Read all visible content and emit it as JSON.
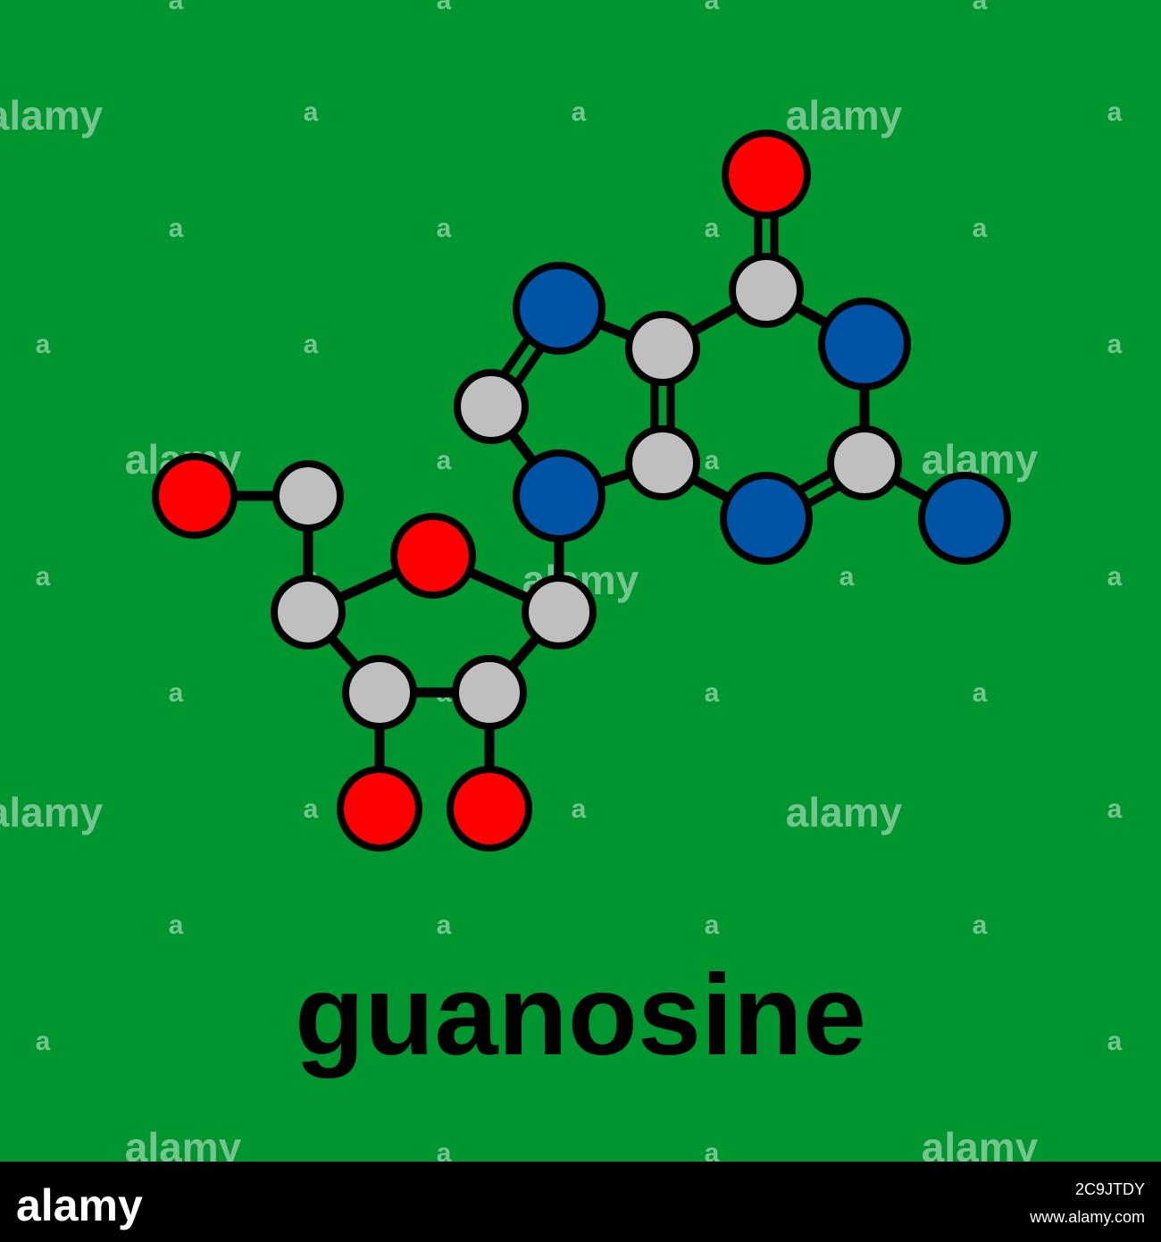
{
  "title": "guanosine",
  "colors": {
    "background": "#00962f",
    "carbon": "#bfbfbf",
    "nitrogen": "#0054a5",
    "oxygen": "#ff0000",
    "bond": "#000000",
    "outline": "#000000",
    "footer": "#000000"
  },
  "atoms": [
    {
      "id": "O_carbonyl",
      "element": "O"
    },
    {
      "id": "C6",
      "element": "C"
    },
    {
      "id": "N1",
      "element": "N"
    },
    {
      "id": "C5",
      "element": "C"
    },
    {
      "id": "N7",
      "element": "N"
    },
    {
      "id": "C8",
      "element": "C"
    },
    {
      "id": "N9",
      "element": "N"
    },
    {
      "id": "C4",
      "element": "C"
    },
    {
      "id": "N3",
      "element": "N"
    },
    {
      "id": "C2",
      "element": "C"
    },
    {
      "id": "N_amino",
      "element": "N"
    },
    {
      "id": "O5_hydroxyl",
      "element": "O"
    },
    {
      "id": "C5prime",
      "element": "C"
    },
    {
      "id": "O4_ring",
      "element": "O"
    },
    {
      "id": "C4prime",
      "element": "C"
    },
    {
      "id": "C1prime",
      "element": "C"
    },
    {
      "id": "C3prime",
      "element": "C"
    },
    {
      "id": "C2prime",
      "element": "C"
    },
    {
      "id": "O3_hydroxyl",
      "element": "O"
    },
    {
      "id": "O2_hydroxyl",
      "element": "O"
    }
  ],
  "bonds": [
    {
      "a": "O_carbonyl",
      "b": "C6",
      "order": 2
    },
    {
      "a": "C6",
      "b": "N1",
      "order": 1
    },
    {
      "a": "C6",
      "b": "C5",
      "order": 1
    },
    {
      "a": "N1",
      "b": "C2",
      "order": 1
    },
    {
      "a": "C2",
      "b": "N3",
      "order": 2
    },
    {
      "a": "C2",
      "b": "N_amino",
      "order": 1
    },
    {
      "a": "N3",
      "b": "C4",
      "order": 1
    },
    {
      "a": "C4",
      "b": "C5",
      "order": 2
    },
    {
      "a": "C5",
      "b": "N7",
      "order": 1
    },
    {
      "a": "N7",
      "b": "C8",
      "order": 2
    },
    {
      "a": "C8",
      "b": "N9",
      "order": 1
    },
    {
      "a": "N9",
      "b": "C4",
      "order": 1
    },
    {
      "a": "N9",
      "b": "C1prime",
      "order": 1
    },
    {
      "a": "C1prime",
      "b": "O4_ring",
      "order": 1
    },
    {
      "a": "O4_ring",
      "b": "C4prime",
      "order": 1
    },
    {
      "a": "C4prime",
      "b": "C5prime",
      "order": 1
    },
    {
      "a": "C5prime",
      "b": "O5_hydroxyl",
      "order": 1
    },
    {
      "a": "C4prime",
      "b": "C3prime",
      "order": 1
    },
    {
      "a": "C3prime",
      "b": "C2prime",
      "order": 1
    },
    {
      "a": "C2prime",
      "b": "C1prime",
      "order": 1
    },
    {
      "a": "C3prime",
      "b": "O3_hydroxyl",
      "order": 1
    },
    {
      "a": "C2prime",
      "b": "O2_hydroxyl",
      "order": 1
    }
  ],
  "watermark": {
    "text": "alamy",
    "short": "a"
  },
  "footer": {
    "logo": "alamy",
    "image_id": "2C9JTDY",
    "url": "www.alamy.com"
  }
}
